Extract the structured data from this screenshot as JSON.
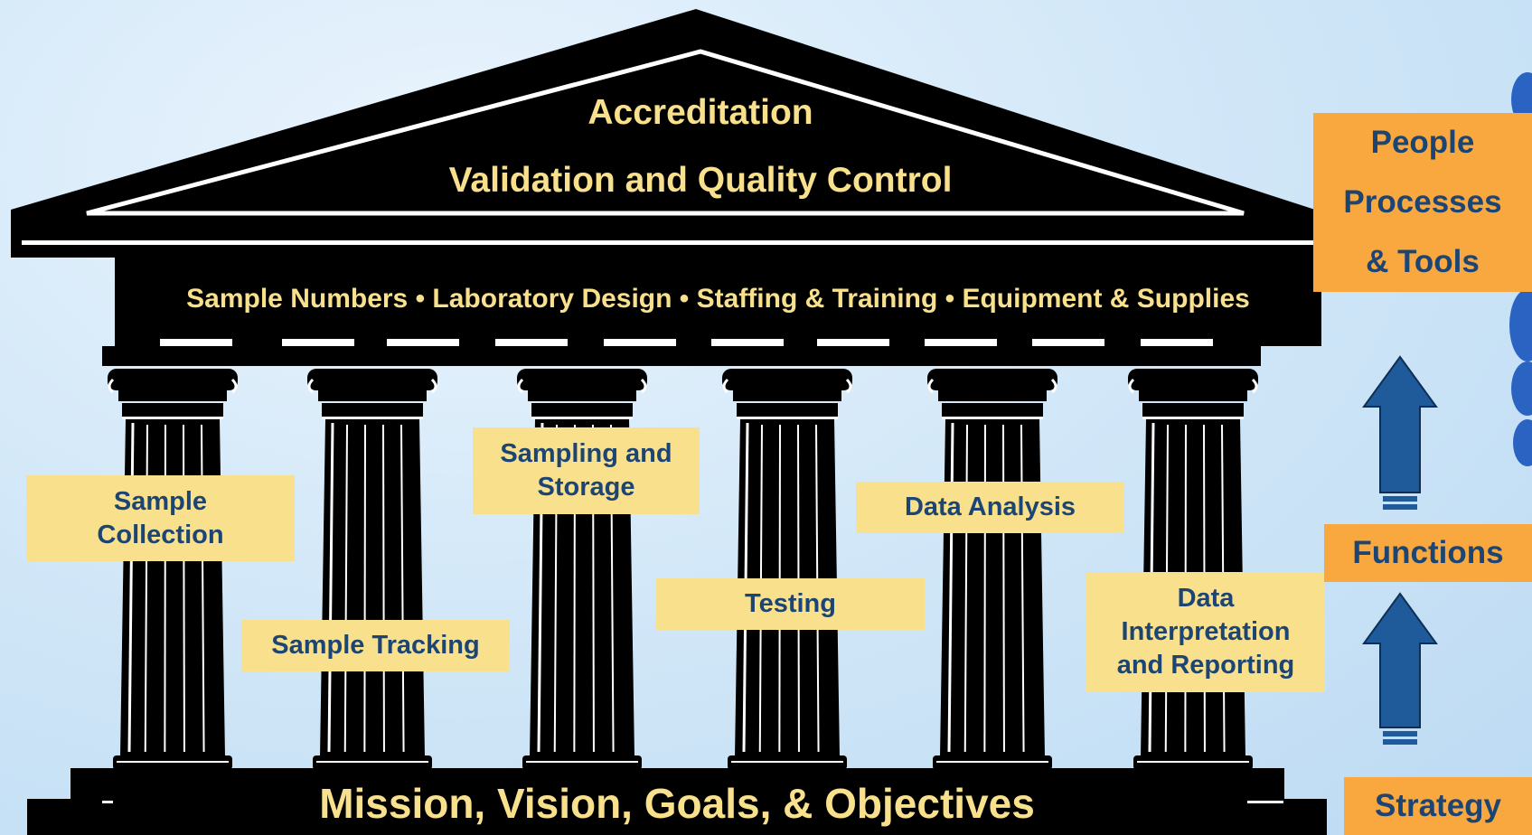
{
  "roof": {
    "line1": "Accreditation",
    "line2": "Validation and Quality Control"
  },
  "entablature": {
    "text": "Sample Numbers • Laboratory Design • Staffing & Training • Equipment & Supplies"
  },
  "functions_labels": {
    "sample_collection": [
      "Sample",
      "Collection"
    ],
    "sample_tracking": "Sample Tracking",
    "sampling_storage": [
      "Sampling and",
      "Storage"
    ],
    "testing": "Testing",
    "data_analysis": "Data Analysis",
    "data_interpretation": [
      "Data",
      "Interpretation",
      "and Reporting"
    ]
  },
  "base": {
    "text": "Mission, Vision, Goals, & Objectives"
  },
  "side_panel": {
    "people_tools": [
      "People",
      "Processes",
      "& Tools"
    ],
    "functions": "Functions",
    "strategy": "Strategy"
  },
  "colors": {
    "label_fill": "#f8e08c",
    "label_text": "#1d4573",
    "side_fill": "#f9a83f",
    "arrow_fill": "#1f5b9a",
    "structure": "#000000"
  }
}
